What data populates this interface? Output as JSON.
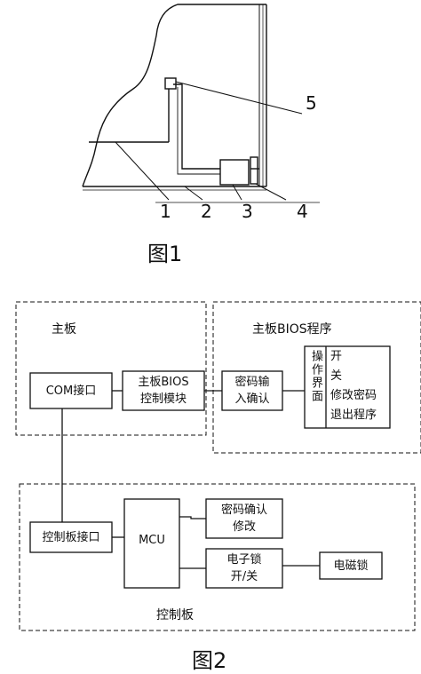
{
  "figure1": {
    "caption": "图1",
    "callouts": [
      "1",
      "2",
      "3",
      "4",
      "5"
    ]
  },
  "figure2": {
    "caption": "图2",
    "mainboard": {
      "title": "主板",
      "com_port": "COM接口",
      "bios_module_line1": "主板BIOS",
      "bios_module_line2": "控制模块"
    },
    "bios_program": {
      "title": "主板BIOS程序",
      "password_input_line1": "密码输",
      "password_input_line2": "入确认",
      "operation_screen": "操作界面",
      "options": [
        "开",
        "关",
        "修改密码",
        "退出程序"
      ]
    },
    "control_board": {
      "title": "控制板",
      "interface": "控制板接口",
      "mcu": "MCU",
      "pwd_confirm_line1": "密码确认",
      "pwd_confirm_line2": "修改",
      "elock_line1": "电子锁",
      "elock_line2": "开/关",
      "magnetic_lock": "电磁锁"
    }
  }
}
